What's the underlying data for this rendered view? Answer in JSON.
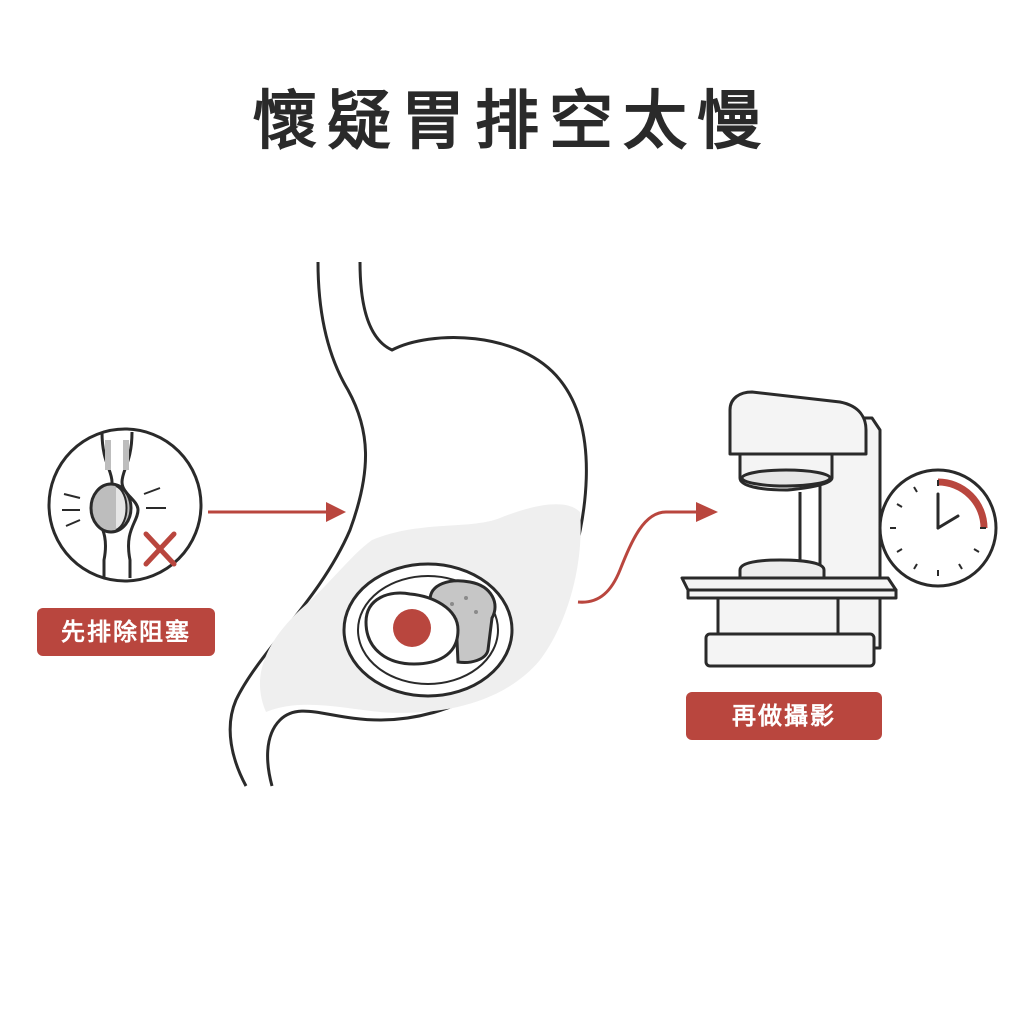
{
  "title": "懷疑胃排空太慢",
  "left_step": {
    "label": "先排除阻塞"
  },
  "right_step": {
    "label": "再做攝影"
  },
  "colors": {
    "accent": "#b9463e",
    "ink": "#2a2a2a",
    "fill_gray": "#efefef"
  },
  "icons": [
    "blocked-passage-icon",
    "cross-icon",
    "stomach-illustration",
    "meal-plate-icon",
    "scanner-machine-icon",
    "clock-icon"
  ]
}
